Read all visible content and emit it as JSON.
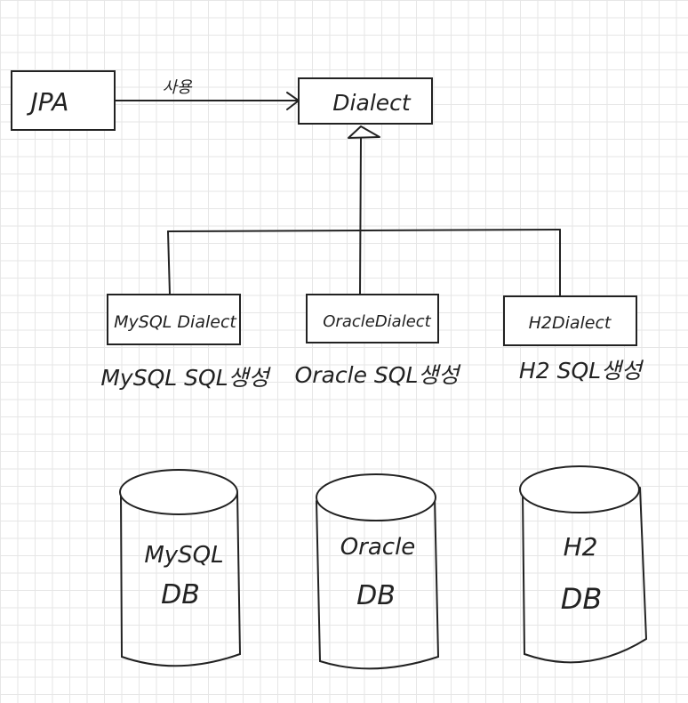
{
  "nodes": {
    "jpa": {
      "label": "JPA"
    },
    "dialect": {
      "label": "Dialect"
    },
    "mysql_dialect": {
      "label": "MySQL Dialect",
      "caption": "MySQL SQL생성"
    },
    "oracle_dialect": {
      "label": "OracleDialect",
      "caption": "Oracle SQL생성"
    },
    "h2_dialect": {
      "label": "H2Dialect",
      "caption": "H2 SQL생성"
    }
  },
  "edges": {
    "jpa_to_dialect": {
      "label": "사용"
    }
  },
  "databases": {
    "mysql": {
      "line1": "MySQL",
      "line2": "DB"
    },
    "oracle": {
      "line1": "Oracle",
      "line2": "DB"
    },
    "h2": {
      "line1": "H2",
      "line2": "DB"
    }
  }
}
